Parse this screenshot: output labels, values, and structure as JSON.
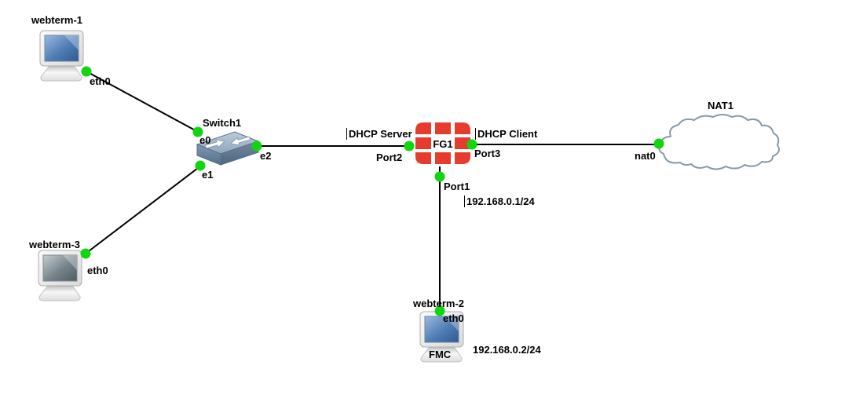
{
  "nodes": {
    "webterm1": {
      "label": "webterm-1",
      "type": "computer"
    },
    "switch1": {
      "label": "Switch1",
      "type": "ethernet-switch"
    },
    "webterm3": {
      "label": "webterm-3",
      "type": "computer"
    },
    "fg1": {
      "label": "FG1",
      "type": "firewall"
    },
    "nat1": {
      "label": "NAT1",
      "type": "nat-cloud"
    },
    "webterm2": {
      "label": "webterm-2",
      "type": "computer"
    }
  },
  "ports": {
    "webterm1_eth0": "eth0",
    "switch1_e0": "e0",
    "switch1_e1": "e1",
    "switch1_e2": "e2",
    "webterm3_eth0": "eth0",
    "fg1_port1": "Port1",
    "fg1_port2": "Port2",
    "fg1_port3": "Port3",
    "nat1_nat0": "nat0",
    "webterm2_eth0": "eth0"
  },
  "annotations": {
    "dhcp_server": "DHCP Server",
    "dhcp_client": "DHCP Client",
    "fg1_ip": "192.168.0.1/24",
    "fmc": "FMC",
    "fmc_ip": "192.168.0.2/24"
  },
  "links": [
    {
      "from": "webterm-1 eth0",
      "to": "Switch1 e0"
    },
    {
      "from": "webterm-3 eth0",
      "to": "Switch1 e1"
    },
    {
      "from": "Switch1 e2",
      "to": "FG1 Port2"
    },
    {
      "from": "FG1 Port3",
      "to": "NAT1 nat0"
    },
    {
      "from": "FG1 Port1",
      "to": "webterm-2 eth0"
    }
  ],
  "colors": {
    "canvas-bg": "#ffffff",
    "link": "#000000",
    "port-green": "#0fd60f",
    "firewall-red": "#e63c2d",
    "cloud-stroke": "#8499a9",
    "label-text": "#000000"
  }
}
